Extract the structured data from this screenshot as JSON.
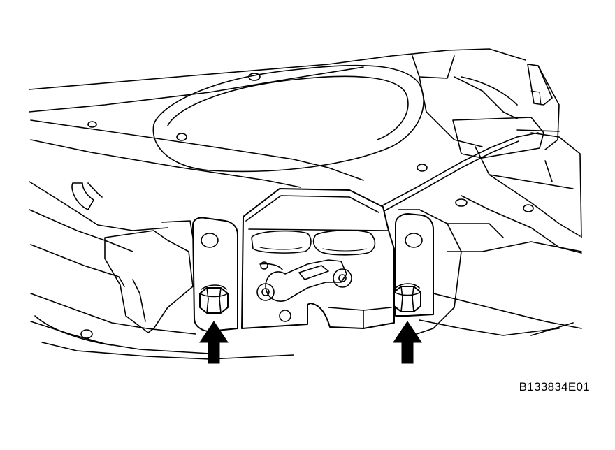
{
  "figure": {
    "reference_code": "B133834E01"
  },
  "colors": {
    "line": "#000000",
    "background": "#ffffff"
  },
  "callouts": [
    {
      "name": "left-bolt-arrow",
      "icon": "up-arrow-icon"
    },
    {
      "name": "right-bolt-arrow",
      "icon": "up-arrow-icon"
    }
  ]
}
